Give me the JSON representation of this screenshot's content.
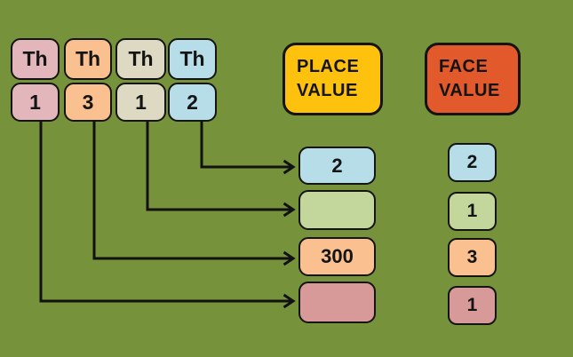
{
  "background_color": "#76933C",
  "arrow_color": "#111111",
  "columns": [
    {
      "label": "Th",
      "digit": "1",
      "color": "#E2B6BA"
    },
    {
      "label": "Th",
      "digit": "3",
      "color": "#FAC08F"
    },
    {
      "label": "Th",
      "digit": "1",
      "color": "#DDD9C3"
    },
    {
      "label": "Th",
      "digit": "2",
      "color": "#B7DDE8"
    }
  ],
  "place_value_header": {
    "line1": "PLACE",
    "line2": "VALUE",
    "color": "#FEC10D"
  },
  "face_value_header": {
    "line1": "FACE",
    "line2": "VALUE",
    "color": "#E2592B"
  },
  "rows": [
    {
      "place_value": "2",
      "face_value": "2",
      "color": "#B7DDE8"
    },
    {
      "place_value": "",
      "face_value": "1",
      "color": "#C3D69B"
    },
    {
      "place_value": "300",
      "face_value": "3",
      "color": "#FAC08F"
    },
    {
      "place_value": "",
      "face_value": "1",
      "color": "#D79A98"
    }
  ]
}
